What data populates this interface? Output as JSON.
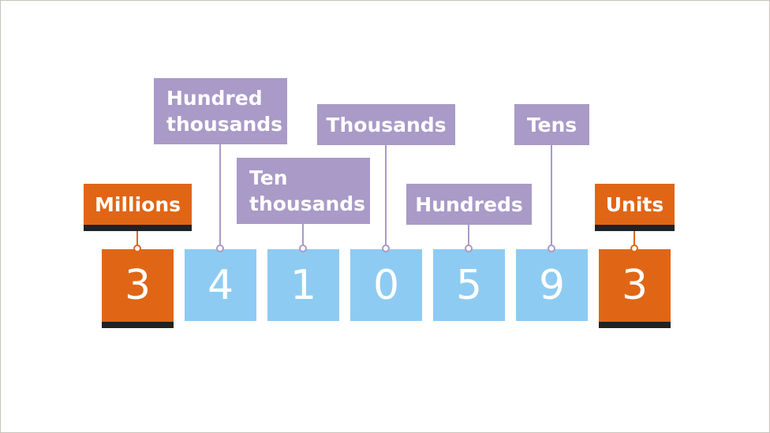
{
  "number": {
    "digits": [
      "3",
      "4",
      "1",
      "0",
      "5",
      "9",
      "3"
    ]
  },
  "labels": {
    "millions": "Millions",
    "hundred_thousands": "Hundred thousands",
    "ten_thousands": "Ten thousands",
    "thousands": "Thousands",
    "hundreds": "Hundreds",
    "tens": "Tens",
    "units": "Units"
  },
  "colors": {
    "highlight_orange": "#e06616",
    "digit_blue": "#8ecbf2",
    "label_purple": "#a99ac7",
    "shadow": "#222222"
  }
}
